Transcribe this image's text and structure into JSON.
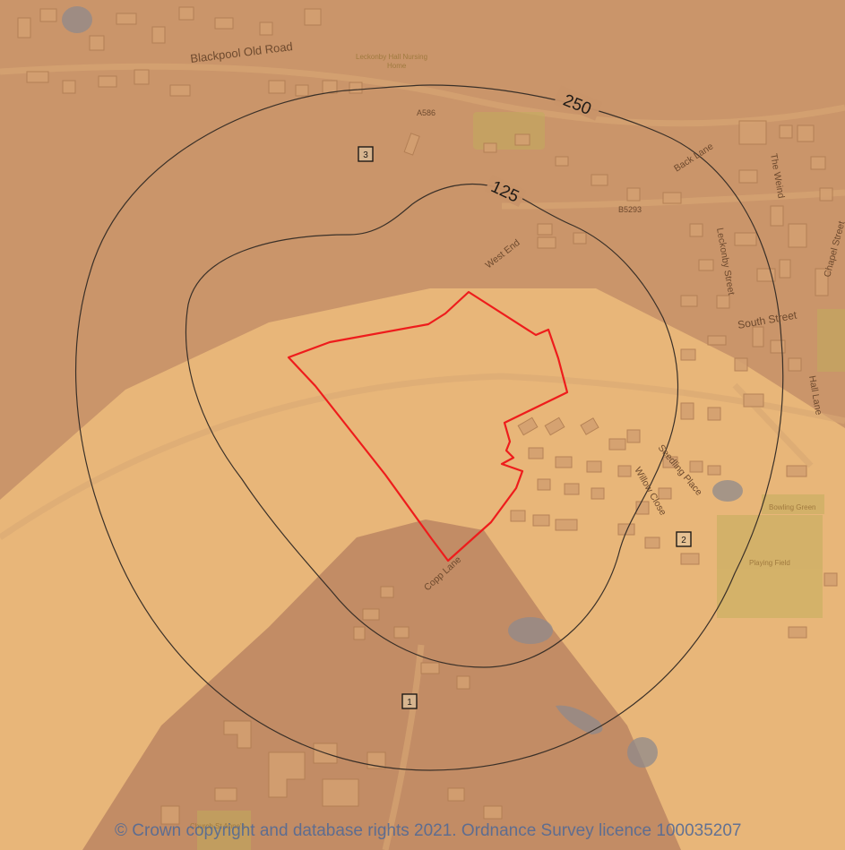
{
  "map": {
    "colors": {
      "base": "#e8b679",
      "zone_dark": "#c89469",
      "site_boundary": "#ee1c1c",
      "buffer_line": "#3a3028",
      "water": "#8f8a8c",
      "green": "#bfae5a"
    },
    "buffers": [
      {
        "label": "125",
        "unit": "m"
      },
      {
        "label": "250",
        "unit": "m"
      }
    ],
    "roads": {
      "blackpool_old_road": "Blackpool Old Road",
      "a586": "A586",
      "b5293": "B5293",
      "back_lane": "Back Lane",
      "the_weind": "The Weind",
      "chapel_street": "Chapel Street",
      "west_end": "West End",
      "leckonby_street": "Leckonby Street",
      "south_street": "South Street",
      "hall_lane": "Hall Lane",
      "seedling_place": "Seedling Place",
      "willow_close": "Willow Close",
      "copp_lane": "Copp Lane"
    },
    "places": {
      "nursing_home_line1": "Leckonby Hall Nursing",
      "nursing_home_line2": "Home",
      "bowling_green": "Bowling Green",
      "playing_field": "Playing Field",
      "church": "Church St Anne's"
    },
    "markers": [
      "1",
      "2",
      "3"
    ],
    "copyright": "© Crown copyright and database rights 2021. Ordnance Survey licence 100035207"
  }
}
